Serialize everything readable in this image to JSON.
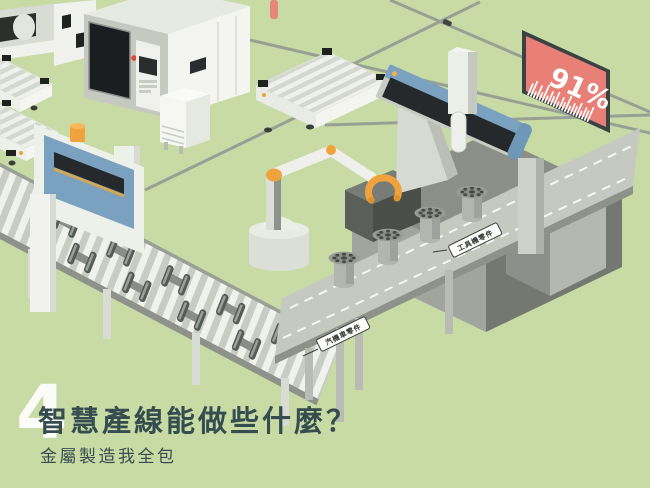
{
  "scene": {
    "background": "#c9dba4",
    "number": "4",
    "number_color": "#fbfcf7",
    "title": "智慧產線能做些什麼？",
    "subtitle": "金屬製造我全包",
    "text_color": "#364d50"
  },
  "billboard": {
    "value": "91%",
    "value_color": "#ffffff",
    "panel_color": "#e88077",
    "frame_color": "#3a4244",
    "bar_color": "#ffffff",
    "bars": [
      13,
      17,
      7,
      15,
      9,
      18,
      8,
      14,
      10,
      16,
      7,
      13,
      9,
      17,
      8,
      12,
      10,
      15,
      8,
      13,
      11,
      16
    ]
  },
  "tags": {
    "conveyor": "汽機車零件",
    "walkway": "工具機零件"
  },
  "palette": {
    "machine_blue": "#7aa2c0",
    "accent_orange": "#f0a23c",
    "salmon": "#e8857c",
    "tag_text": "#2f3432"
  }
}
